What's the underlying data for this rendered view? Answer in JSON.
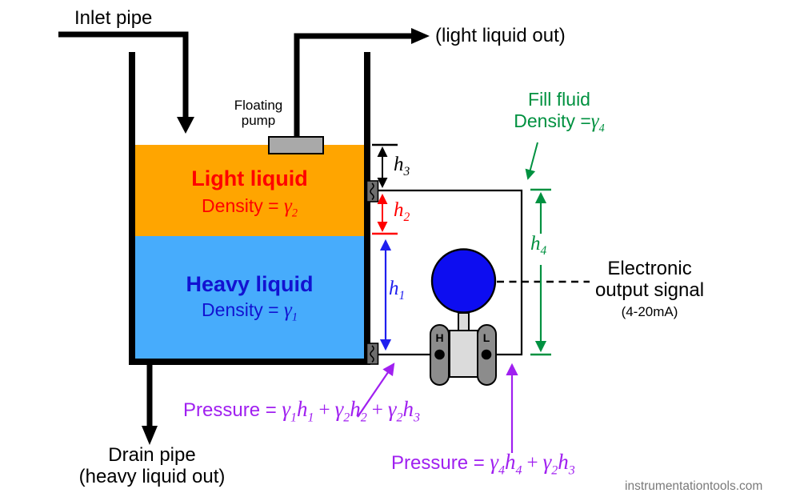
{
  "labels": {
    "inlet_pipe": "Inlet pipe",
    "light_liquid_out": "(light liquid out)"
  },
  "pump": {
    "line1": "Floating",
    "line2": "pump"
  },
  "tank": {
    "light": {
      "title": "Light liquid",
      "density_prefix": "Density = ",
      "gamma": "γ",
      "sub": "2"
    },
    "heavy": {
      "title": "Heavy liquid",
      "density_prefix": "Density = ",
      "gamma": "γ",
      "sub": "1"
    }
  },
  "fill_fluid": {
    "title": "Fill fluid",
    "density_prefix": "Density =",
    "gamma": "γ",
    "sub": "4"
  },
  "signal": {
    "line1": "Electronic",
    "line2": "output signal",
    "line3": "(4-20mA)"
  },
  "dimensions": {
    "h1": {
      "base": "h",
      "sub": "1"
    },
    "h2": {
      "base": "h",
      "sub": "2"
    },
    "h3": {
      "base": "h",
      "sub": "3"
    },
    "h4": {
      "base": "h",
      "sub": "4"
    }
  },
  "transmitter": {
    "high_label": "H",
    "low_label": "L"
  },
  "equations": {
    "plus": "+",
    "eq1": {
      "prefix": "Pressure = ",
      "terms": [
        {
          "gamma": "γ",
          "gsub": "1",
          "h": "h",
          "hsub": "1"
        },
        {
          "gamma": "γ",
          "gsub": "2",
          "h": "h",
          "hsub": "2"
        },
        {
          "gamma": "γ",
          "gsub": "2",
          "h": "h",
          "hsub": "3"
        }
      ]
    },
    "eq2": {
      "prefix": "Pressure = ",
      "terms": [
        {
          "gamma": "γ",
          "gsub": "4",
          "h": "h",
          "hsub": "4"
        },
        {
          "gamma": "γ",
          "gsub": "2",
          "h": "h",
          "hsub": "3"
        }
      ]
    }
  },
  "drain": {
    "line1": "Drain pipe",
    "line2": "(heavy liquid out)"
  },
  "watermark": "instrumentationtools.com",
  "colors": {
    "light_liquid": "#FFA500",
    "heavy_liquid": "#47ACFC",
    "light_text": "#FF0000",
    "heavy_text": "#1212D1",
    "h1_blue": "#1F1FEF",
    "h2_red": "#FF0000",
    "h3_black": "#000000",
    "fill_fluid_green": "#009140",
    "equation_purple": "#A020F0",
    "sensor_circle_blue": "#0D0DF0",
    "pump_gray": "#A9A9A9",
    "port_gray": "#8C8C8C",
    "body_gray": "#DBDBDB"
  }
}
